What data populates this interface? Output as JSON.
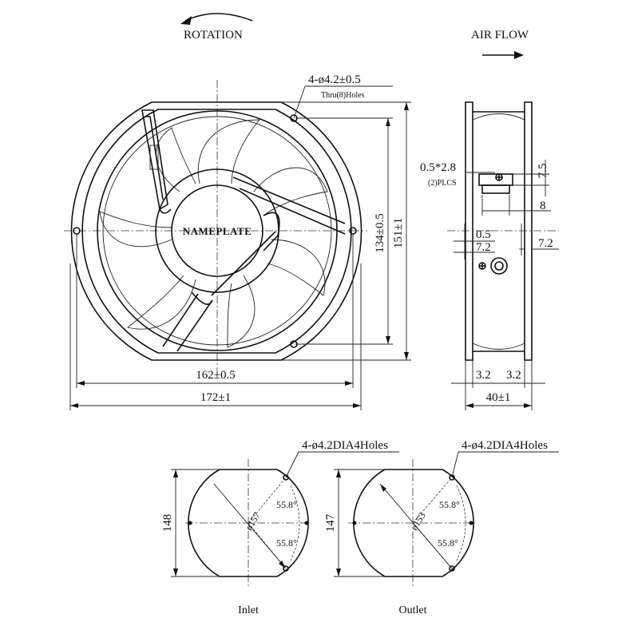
{
  "labels": {
    "rotation": "ROTATION",
    "air_flow": "AIR FLOW",
    "nameplate": "NAMEPLATE",
    "holes_top": "4-ø4.2±0.5",
    "holes_thru": "Thru(8)Holes",
    "terminal": "0.5*2.8",
    "terminal_count": "(2)PLCS",
    "inlet_holes": "4-ø4.2DIA4Holes",
    "outlet_holes": "4-ø4.2DIA4Holes",
    "inlet": "Inlet",
    "outlet": "Outlet"
  },
  "dimensions": {
    "front_inner_width": "162±0.5",
    "front_outer_width": "172±1",
    "front_inner_height": "134±0.5",
    "front_outer_height": "151±1",
    "side_depth": "40±1",
    "side_flange_left": "3.2",
    "side_flange_right": "3.2",
    "side_top_1": "7.5",
    "side_top_2": "8",
    "side_mid_1": "0.5",
    "side_mid_2": "7.2",
    "side_mid_3": "7.2",
    "inlet_height": "148",
    "inlet_diameter": "ø157",
    "inlet_angle_top": "55.8°",
    "inlet_angle_bottom": "55.8°",
    "outlet_height": "147",
    "outlet_diameter": "ø153",
    "outlet_angle_top": "55.8°",
    "outlet_angle_bottom": "55.8°"
  },
  "colors": {
    "line": "#111111",
    "background": "#ffffff"
  },
  "icons": [
    "rotation-arrow-icon",
    "air-flow-arrow-icon"
  ]
}
